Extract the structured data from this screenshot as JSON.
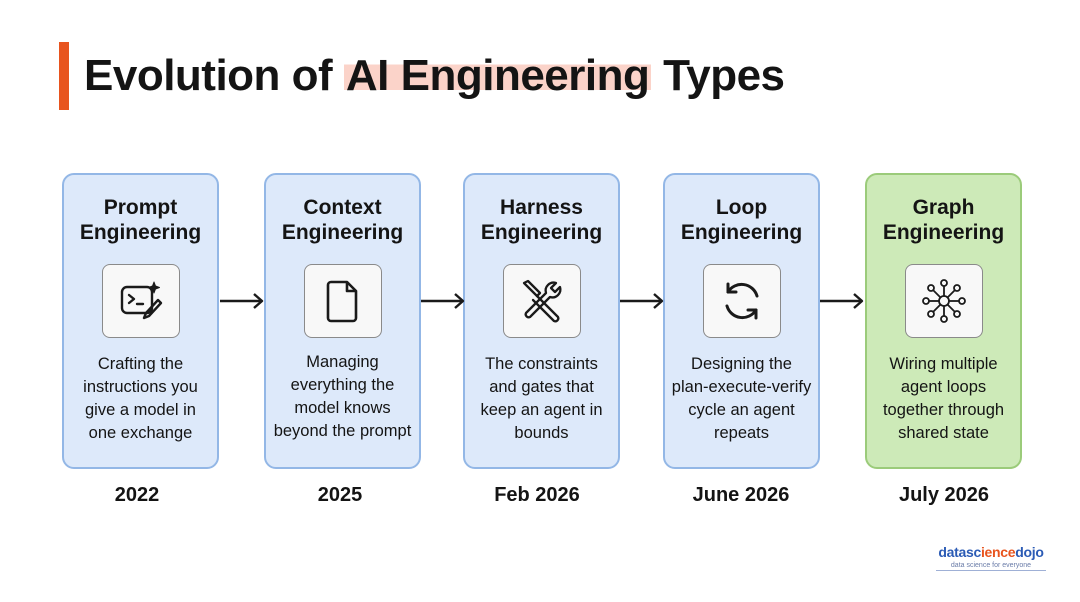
{
  "title": {
    "prefix": "Evolution of ",
    "highlight": "AI Engineering",
    "suffix": " Types"
  },
  "stages": [
    {
      "title_line1": "Prompt",
      "title_line2": "Engineering",
      "icon": "terminal-sparkle-icon",
      "description": "Crafting the instructions you give a model in one exchange",
      "year": "2022"
    },
    {
      "title_line1": "Context",
      "title_line2": "Engineering",
      "icon": "document-icon",
      "description": "Managing everything the model knows beyond the prompt",
      "year": "2025"
    },
    {
      "title_line1": "Harness",
      "title_line2": "Engineering",
      "icon": "tools-icon",
      "description": "The constraints and gates that keep an agent in bounds",
      "year": "Feb 2026"
    },
    {
      "title_line1": "Loop",
      "title_line2": "Engineering",
      "icon": "refresh-loop-icon",
      "description": "Designing the plan-execute-verify cycle an agent repeats",
      "year": "June 2026"
    },
    {
      "title_line1": "Graph",
      "title_line2": "Engineering",
      "icon": "network-graph-icon",
      "description": "Wiring multiple agent loops together through shared state",
      "year": "July 2026"
    }
  ],
  "brand": {
    "part1": "datasc",
    "part2": "ience",
    "part3": "dojo",
    "tagline": "data science for everyone"
  },
  "colors": {
    "accent": "#e8541e",
    "highlight": "#fbd3c9",
    "card_blue": "#dde9fa",
    "card_green": "#cdeab8"
  }
}
